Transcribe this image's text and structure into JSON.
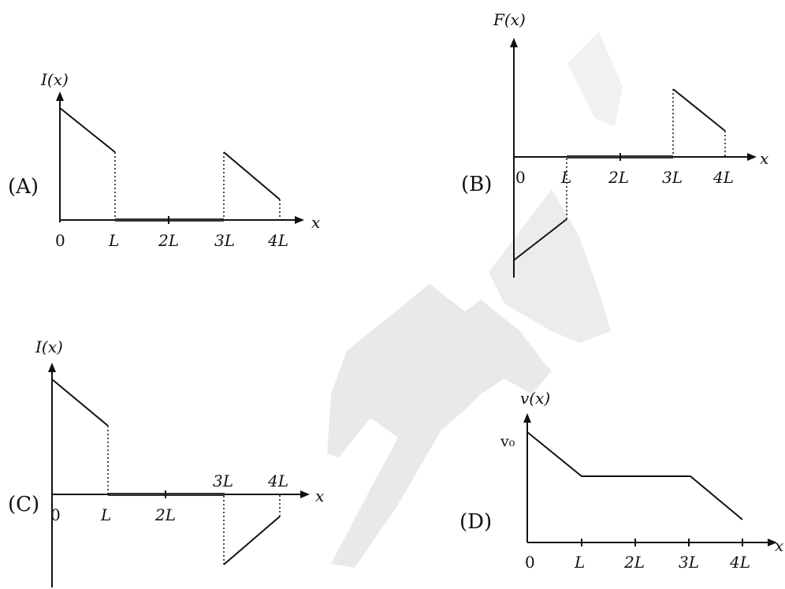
{
  "panels": {
    "A": {
      "label": "(A)",
      "yname": "I(x)",
      "xname": "x",
      "ticks": [
        "0",
        "L",
        "2L",
        "3L",
        "4L"
      ]
    },
    "B": {
      "label": "(B)",
      "yname": "F(x)",
      "xname": "x",
      "ticks": [
        "0",
        "L",
        "2L",
        "3L",
        "4L"
      ]
    },
    "C": {
      "label": "(C)",
      "yname": "I(x)",
      "xname": "x",
      "ticks": [
        "0",
        "L",
        "2L",
        "3L",
        "4L"
      ]
    },
    "D": {
      "label": "(D)",
      "yname": "v(x)",
      "xname": "x",
      "ticks": [
        "0",
        "L",
        "2L",
        "3L",
        "4L"
      ],
      "v0": "v₀"
    }
  },
  "colors": {
    "ink": "#111111",
    "watermark": "#e6e6e6"
  }
}
